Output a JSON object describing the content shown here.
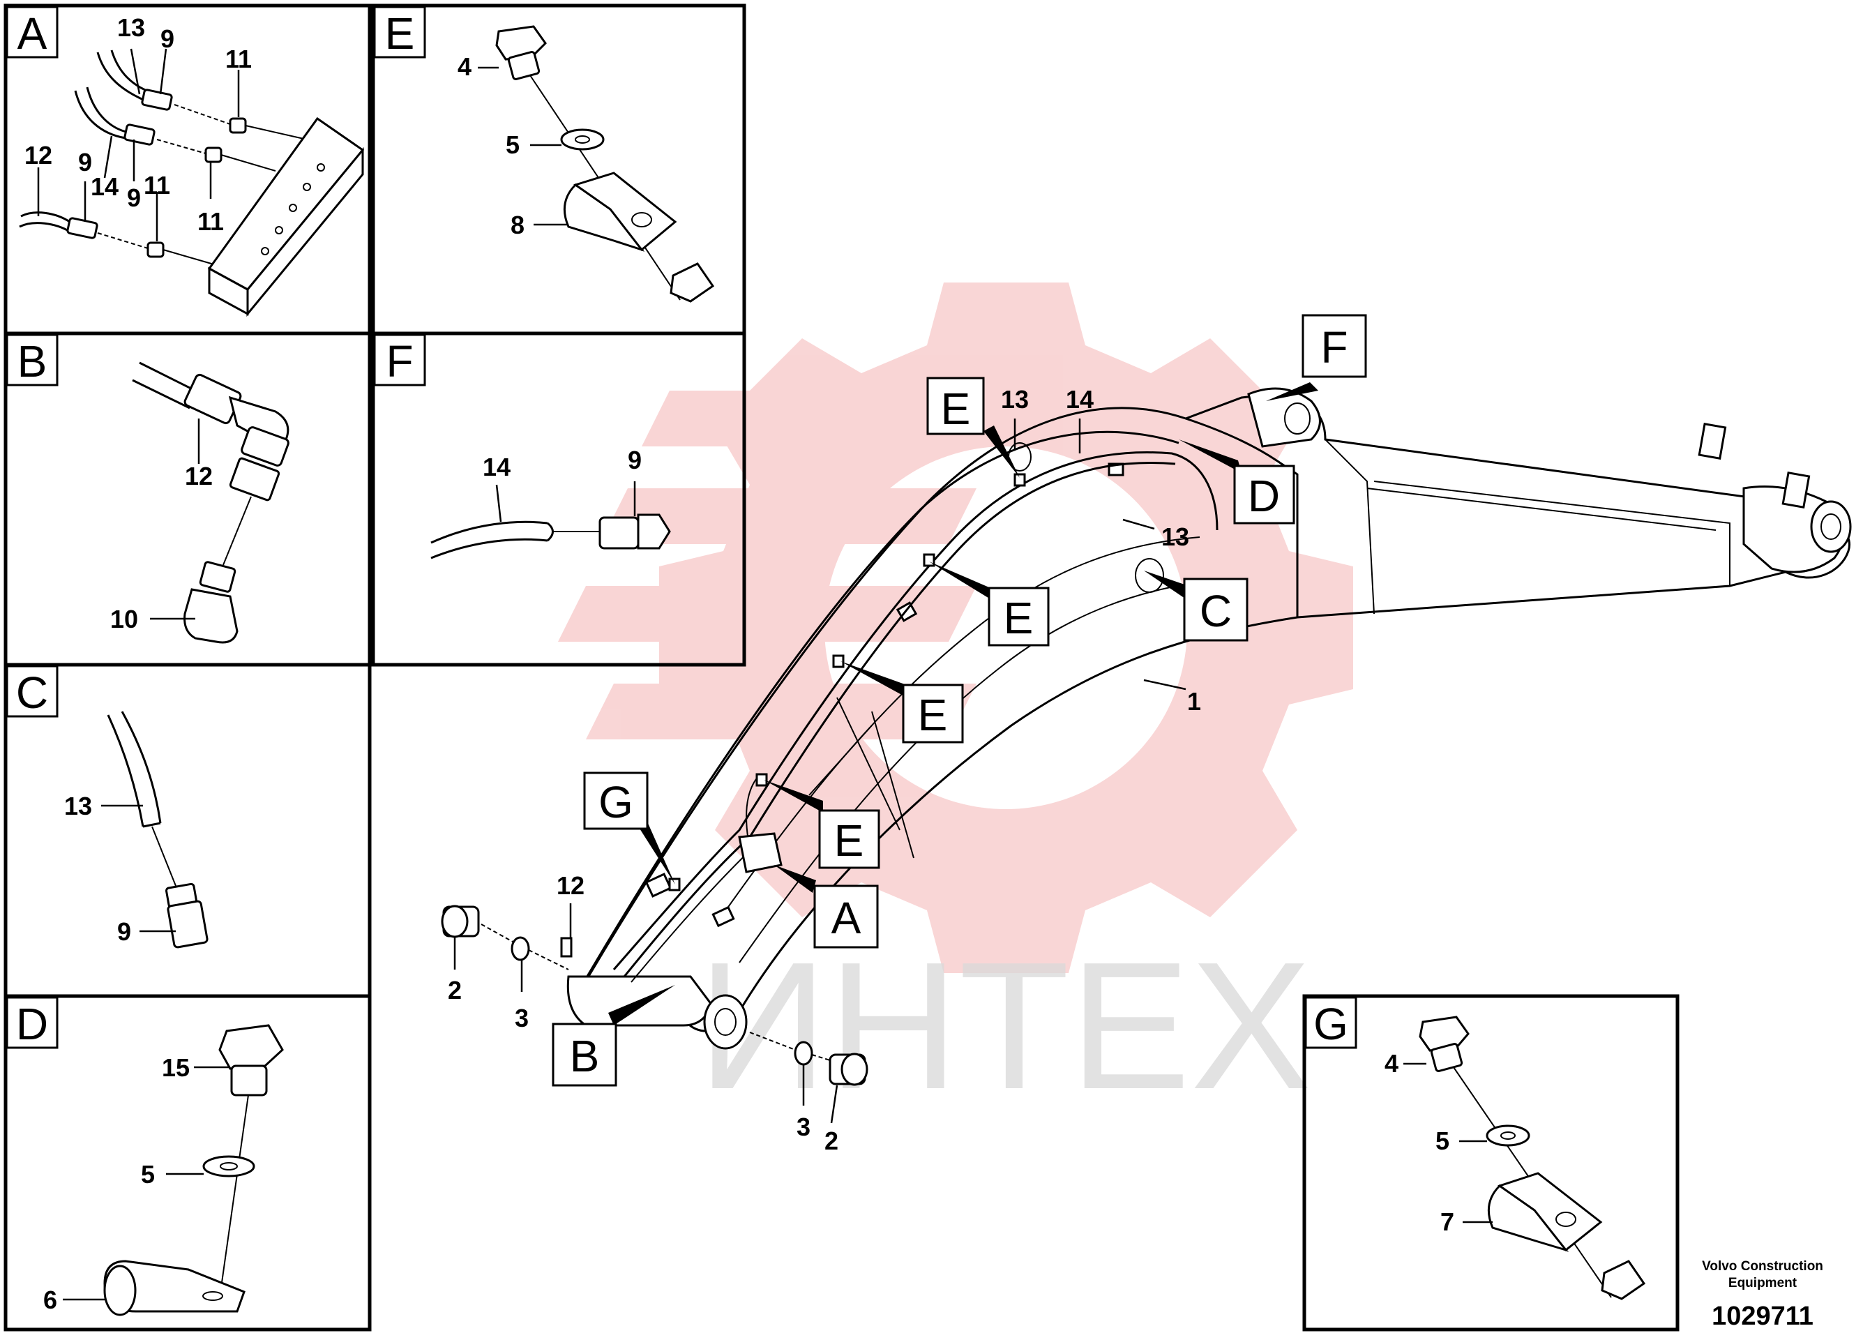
{
  "panels": [
    {
      "letter": "A"
    },
    {
      "letter": "B"
    },
    {
      "letter": "C"
    },
    {
      "letter": "D"
    },
    {
      "letter": "E"
    },
    {
      "letter": "F"
    },
    {
      "letter": "G"
    }
  ],
  "callouts": {
    "main": [
      "F",
      "E",
      "D",
      "E",
      "C",
      "E",
      "G",
      "E",
      "A",
      "B"
    ]
  },
  "part_numbers": {
    "panel_a": [
      "13",
      "9",
      "11",
      "12",
      "9",
      "14",
      "9",
      "11",
      "11"
    ],
    "panel_b": [
      "12",
      "10"
    ],
    "panel_c": [
      "13",
      "9"
    ],
    "panel_d": [
      "15",
      "5",
      "6"
    ],
    "panel_e": [
      "4",
      "5",
      "8"
    ],
    "panel_f": [
      "14",
      "9"
    ],
    "panel_g": [
      "4",
      "5",
      "7"
    ],
    "main": [
      "13",
      "14",
      "13",
      "1",
      "12",
      "2",
      "3",
      "3",
      "2"
    ]
  },
  "watermark": {
    "text": "ИНТЕХ",
    "color": "#f2a3a3",
    "text_color": "#d9d9d9"
  },
  "credit": {
    "line1": "Volvo Construction",
    "line2": "Equipment"
  },
  "drawing_number": "1029711"
}
